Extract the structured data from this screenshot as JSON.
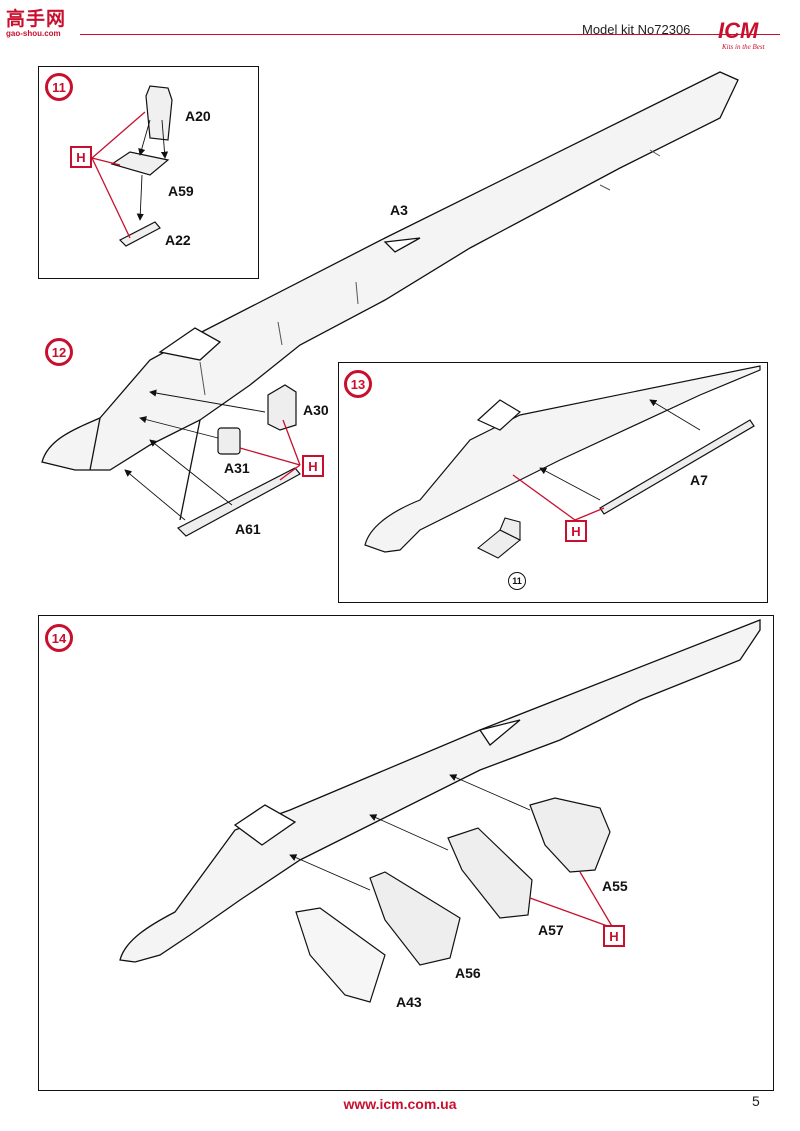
{
  "watermark": {
    "main": "高手网",
    "sub": "gao-shou.com"
  },
  "header": {
    "model_kit": "Model kit No72306",
    "logo": "ICM",
    "logo_tagline": "Kits in the Best"
  },
  "steps": [
    {
      "number": "11",
      "parts": [
        "A20",
        "A59",
        "A22"
      ],
      "glue_marker": "H"
    },
    {
      "number": "12",
      "parts": [
        "A3",
        "A30",
        "A31",
        "A61"
      ],
      "glue_marker": "H"
    },
    {
      "number": "13",
      "parts": [
        "A7"
      ],
      "glue_marker": "H",
      "ref_step": "11"
    },
    {
      "number": "14",
      "parts": [
        "A55",
        "A57",
        "A56",
        "A43"
      ],
      "glue_marker": "H"
    }
  ],
  "footer": {
    "url": "www.icm.com.ua",
    "page_number": "5"
  }
}
